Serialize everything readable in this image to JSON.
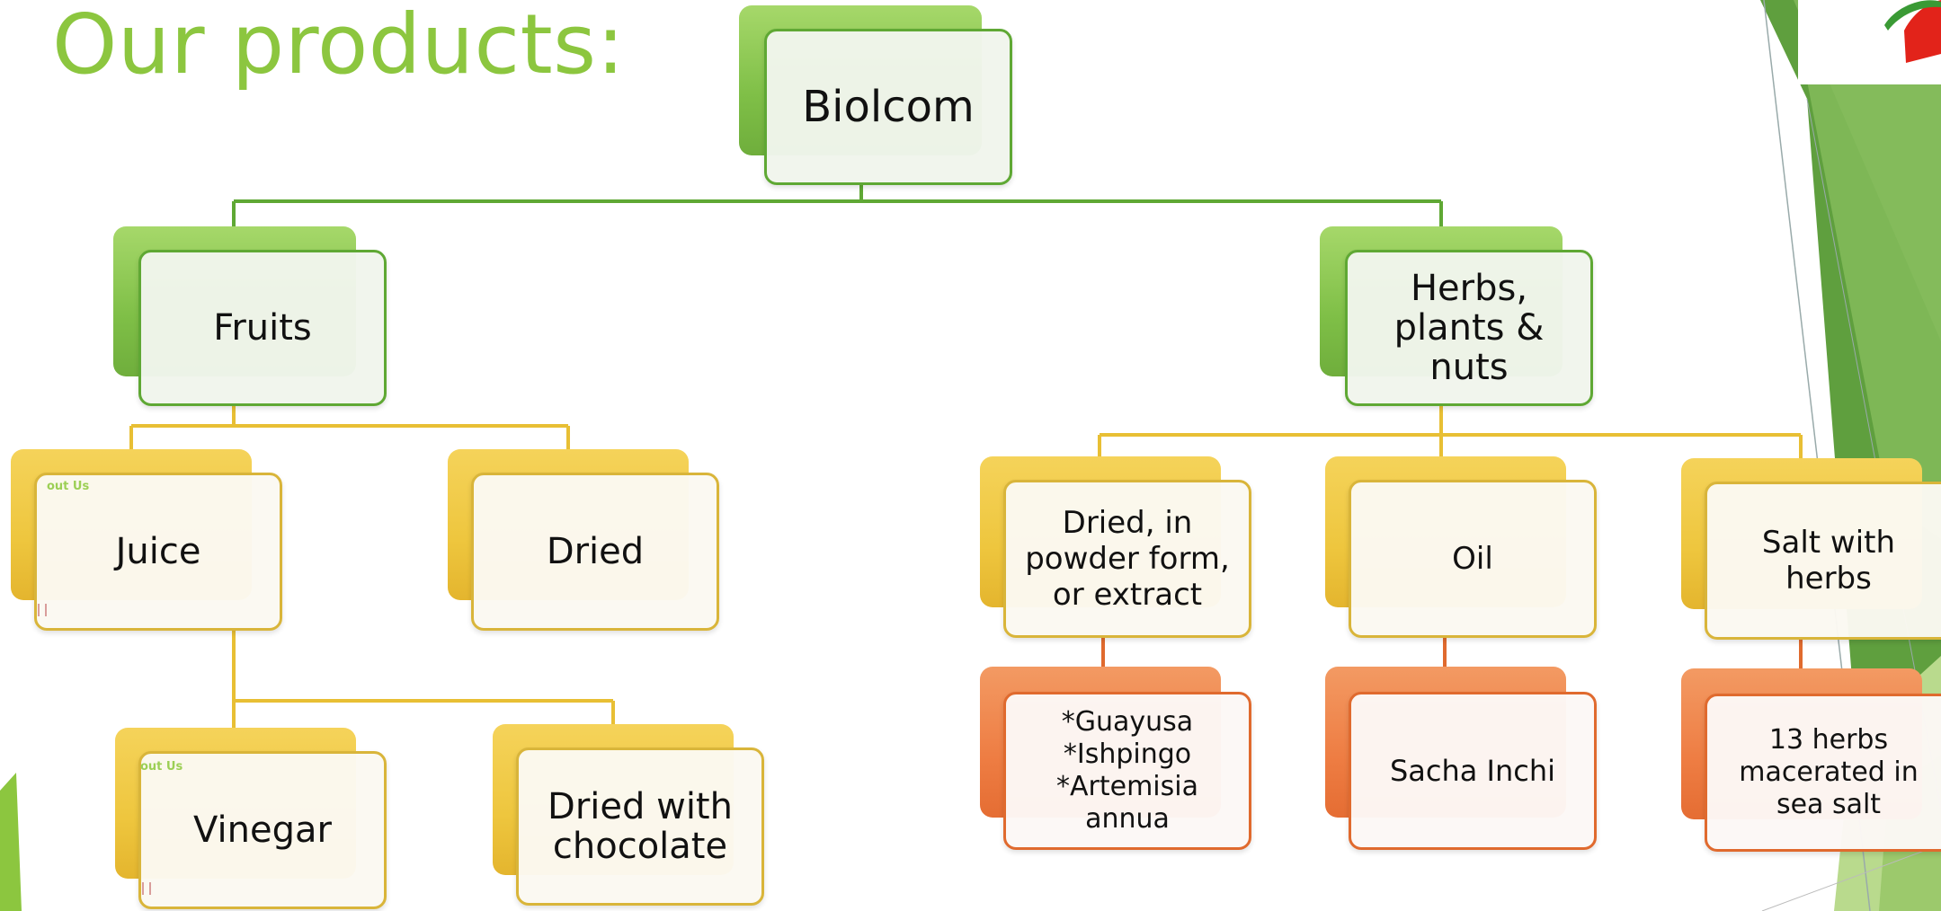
{
  "slide": {
    "title": "Our products:",
    "colors": {
      "title": "#8cc63f",
      "level1": "#7fbf47",
      "level2": "#eec63e",
      "level3": "#ee7d43"
    }
  },
  "diagram": {
    "root": "Biolcom",
    "fruits": {
      "label": "Fruits",
      "children": [
        "Juice",
        "Dried"
      ],
      "juice_children": [
        "Vinegar",
        "Dried with\nchocolate"
      ]
    },
    "herbs": {
      "label": "Herbs,\nplants &\nnuts",
      "children": [
        "Dried, in\npowder form,\nor extract",
        "Oil",
        "Salt with\nherbs"
      ],
      "grandchildren": [
        "*Guayusa\n*Ishpingo\n*Artemisia\nannua",
        "Sacha Inchi",
        "13 herbs\nmacerated in\nsea salt"
      ]
    },
    "ghost_text": [
      "out Us",
      "out Us"
    ]
  }
}
